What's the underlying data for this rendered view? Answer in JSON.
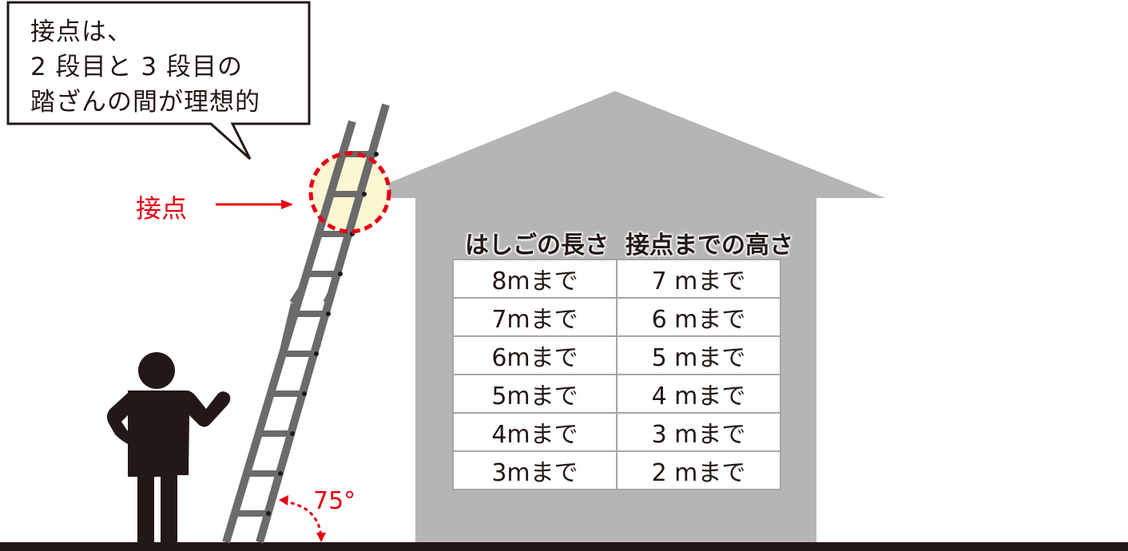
{
  "callout": {
    "lines": [
      "接点は、",
      "2 段目と 3 段目の",
      "踏ざんの間が理想的"
    ]
  },
  "contact_label": "接点",
  "angle_label": "75°",
  "table": {
    "headers": [
      "はしごの長さ",
      "接点までの高さ"
    ],
    "rows": [
      [
        "8mまで",
        "7 mまで"
      ],
      [
        "7mまで",
        "6 mまで"
      ],
      [
        "6mまで",
        "5 mまで"
      ],
      [
        "5mまで",
        "4 mまで"
      ],
      [
        "4mまで",
        "3 mまで"
      ],
      [
        "3mまで",
        "2 mまで"
      ]
    ]
  },
  "colors": {
    "accent": "#e60012",
    "house": "#b5b5b5",
    "ladder": "#6b6b6b",
    "person": "#231815",
    "highlight": "#fdf6d3"
  }
}
